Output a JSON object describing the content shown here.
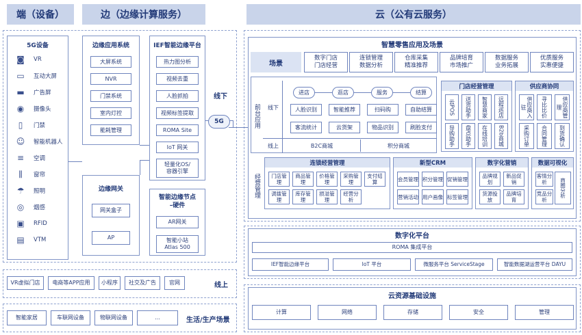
{
  "headers": {
    "device": "端（设备）",
    "edge": "边（边缘计算服务）",
    "cloud": "云（公有云服务）"
  },
  "devices": {
    "title": "5G设备",
    "items": [
      {
        "label": "VR",
        "icon": "vr-headset-icon"
      },
      {
        "label": "互动大屏",
        "icon": "screen-icon"
      },
      {
        "label": "广告屏",
        "icon": "billboard-icon"
      },
      {
        "label": "摄像头",
        "icon": "camera-icon"
      },
      {
        "label": "门禁",
        "icon": "door-icon"
      },
      {
        "label": "智能机器人",
        "icon": "robot-icon"
      },
      {
        "label": "空调",
        "icon": "air-conditioner-icon"
      },
      {
        "label": "窗帘",
        "icon": "curtain-icon"
      },
      {
        "label": "照明",
        "icon": "lamp-icon"
      },
      {
        "label": "烟感",
        "icon": "smoke-detector-icon"
      },
      {
        "label": "RFID",
        "icon": "rfid-icon"
      },
      {
        "label": "VTM",
        "icon": "vtm-icon"
      }
    ]
  },
  "edge_apps": {
    "title": "边缘应用系统",
    "items": [
      "大屏系统",
      "NVR",
      "门禁系统",
      "室内灯控",
      "能耗管理"
    ]
  },
  "ief": {
    "title": "IEF智能边缘平台",
    "items": [
      "热力图分析",
      "视频去重",
      "人脸抓拍",
      "视频标签提取",
      "ROMA Site",
      "IoT 网关",
      "轻量化OS/\n容器引擎"
    ]
  },
  "edge_gateway": {
    "title": "边缘网关",
    "items": [
      "网关盒子",
      "AP"
    ]
  },
  "edge_node": {
    "title": "智能边缘节点\n–硬件",
    "items": [
      "AR网关",
      "智能小站\nAtlas 500"
    ]
  },
  "labels": {
    "offline": "线下",
    "online": "线上",
    "life": "生活/生产场景",
    "fiveg": "5G"
  },
  "online_items": [
    "VR虚拟门店",
    "电商等APP应用",
    "小程序",
    "社交及广告",
    "官网"
  ],
  "life_items": [
    "智能家居",
    "车联网设备",
    "物联网设备",
    "..."
  ],
  "retail": {
    "title": "智慧零售应用及场景",
    "scene_label": "场景",
    "scenes": [
      "数字门店\n门店经营",
      "连锁管理\n数据分析",
      "仓库采集\n精准推荐",
      "品牌培育\n市场推广",
      "数据服务\n业务拓展",
      "优质服务\n实惠便捷"
    ],
    "front": {
      "label": "前台应用",
      "offline": "线下",
      "online": "线上",
      "flow": [
        "进店",
        "逛店",
        "服务",
        "结算"
      ],
      "col1": [
        "人脸识别",
        "客流统计"
      ],
      "col2": [
        "智能推荐",
        "云货架"
      ],
      "col3": [
        "扫码购",
        "物品识别"
      ],
      "col4": [
        "自助结算",
        "刷脸支付"
      ],
      "b2c": "B2C商城",
      "points": "积分商城"
    },
    "store_ops": {
      "title": "门店经营管理",
      "items": [
        "云POS",
        "送货助手",
        "智慧商家",
        "远程巡店",
        "导购助手",
        "盘点助手",
        "在线培训",
        "B2b商城"
      ]
    },
    "supplier": {
      "title": "供应商协同",
      "items": [
        "供应商入驻",
        "寻比比价",
        "供应商管理",
        "采购订单",
        "合同管理",
        "到货确认"
      ]
    },
    "mgmt": {
      "label": "经营管理",
      "chain": {
        "title": "连锁经营管理",
        "items": [
          "门店管理",
          "商品管理",
          "价格管理",
          "采购管理",
          "支付结算",
          "调拨管理",
          "库存管理",
          "损溢管理",
          "经营分析"
        ]
      },
      "crm": {
        "title": "新型CRM",
        "items": [
          "会员管理",
          "积分管理",
          "促销管理",
          "营销活动",
          "用户画像",
          "标签管理"
        ]
      },
      "marketing": {
        "title": "数字化营销",
        "items": [
          "品牌规划",
          "新品促销",
          "货源投放",
          "品牌培育"
        ]
      },
      "visual": {
        "title": "数据可视化",
        "items": [
          "客情分析",
          "竞品分析",
          "商圈分析"
        ]
      }
    }
  },
  "digital_platform": {
    "title": "数字化平台",
    "roma": "ROMA 集成平台",
    "items": [
      "IEF智能边缘平台",
      "IoT 平台",
      "微服务平台 ServiceStage",
      "智能数据湖运营平台 DAYU"
    ]
  },
  "cloud_infra": {
    "title": "云资源基础设施",
    "items": [
      "计算",
      "网络",
      "存储",
      "安全",
      "管理"
    ]
  }
}
